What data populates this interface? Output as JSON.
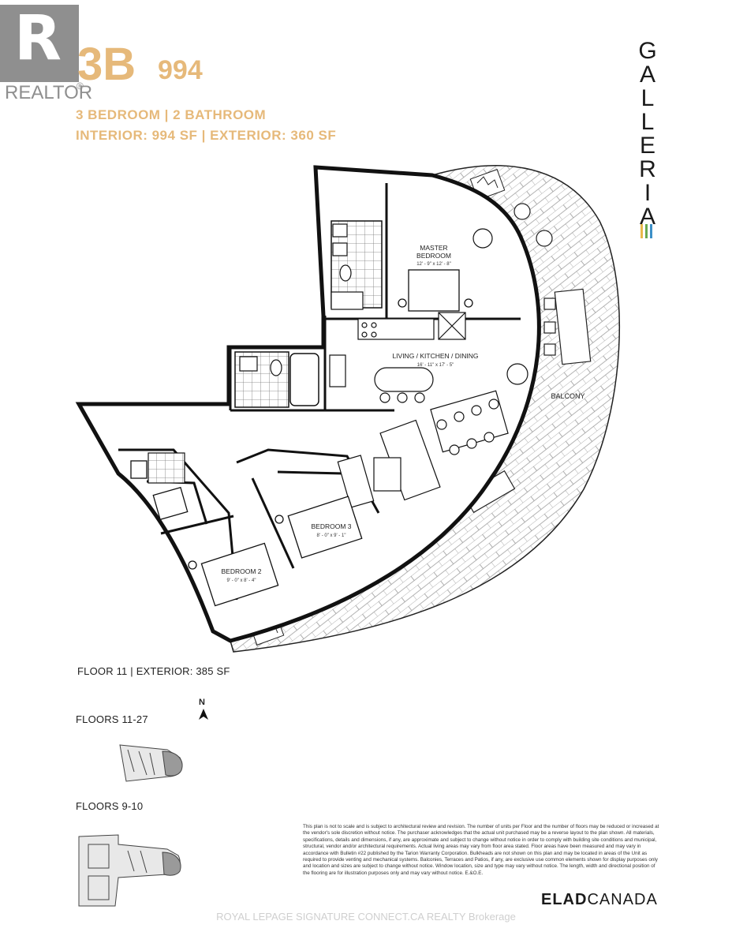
{
  "logo": {
    "letter": "R",
    "text": "REALTOR",
    "mark": "®"
  },
  "unit": {
    "name": "3B",
    "size": "994",
    "rooms": "3 BEDROOM | 2 BATHROOM",
    "areas": "INTERIOR: 994 SF | EXTERIOR: 360 SF"
  },
  "brand": {
    "letters": [
      "G",
      "A",
      "L",
      "L",
      "E",
      "R",
      "I",
      "A"
    ],
    "bar_colors": [
      "#e9b84a",
      "#6aa84f",
      "#3c8fc7"
    ]
  },
  "rooms": {
    "master_name": "MASTER",
    "master_name2": "BEDROOM",
    "master_dim": "12' - 9\" x 12' - 8\"",
    "living_name": "LIVING / KITCHEN / DINING",
    "living_dim": "16' - 11\" x 17' - 5\"",
    "balcony": "BALCONY",
    "bed3_name": "BEDROOM 3",
    "bed3_dim": "8' - 0\" x 9' - 1\"",
    "bed2_name": "BEDROOM 2",
    "bed2_dim": "9' - 0\" x 8' - 4\""
  },
  "floor_note": "FLOOR 11 | EXTERIOR: 385 SF",
  "north": "N",
  "keyplans": {
    "upper": "FLOORS 11-27",
    "lower": "FLOORS 9-10"
  },
  "disclaimer": "This plan is not to scale and is subject to architectural review and revision. The number of units per Floor and the number of floors may be reduced or increased at the vendor's sole discretion without notice. The purchaser acknowledges that the actual unit purchased may be a reverse layout to the plan shown. All materials, specifications, details and dimensions, if any, are approximate and subject to change without notice in order to comply with building site conditions and municipal, structural, vendor and/or architectural requirements. Actual living areas may vary from floor area stated. Floor areas have been measured and may vary in accordance with Bulletin #22 published by the Tarion Warranty Corporation. Bulkheads are not shown on this plan and may be located in areas of the Unit as required to provide venting and mechanical systems. Balconies, Terraces and Patios, if any, are exclusive use common elements shown for display purposes only and location and sizes are subject to change without notice. Window location, size and type may vary without notice. The length, width and directional position of the flooring are for illustration purposes only and may vary without notice. E.&O.E.",
  "developer": {
    "part1": "ELAD",
    "part2": "CANADA"
  },
  "watermark": "ROYAL LEPAGE SIGNATURE CONNECT.CA REALTY Brokerage"
}
